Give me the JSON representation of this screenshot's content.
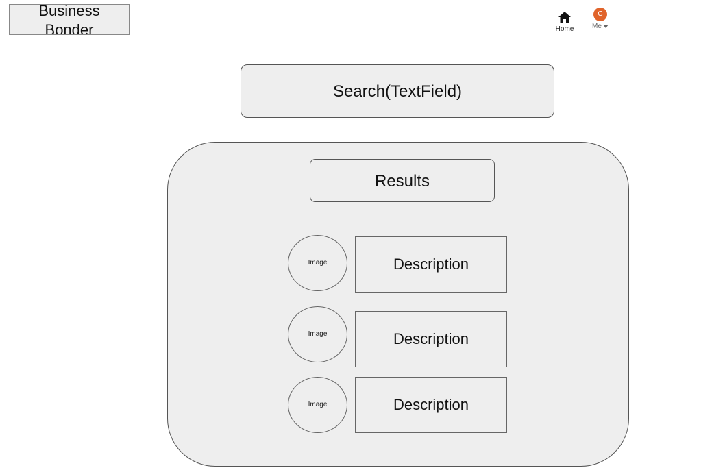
{
  "header": {
    "logo_line1": "Business",
    "logo_line2": "Bonder",
    "nav": {
      "home_label": "Home",
      "home_icon": "home-icon",
      "me_avatar_initial": "C",
      "me_label": "Me",
      "me_icon": "chevron-down-icon",
      "avatar_color": "#e0632a"
    }
  },
  "search": {
    "label": "Search(TextField)"
  },
  "results": {
    "title": "Results",
    "items": [
      {
        "image_label": "Image",
        "description": "Description"
      },
      {
        "image_label": "Image",
        "description": "Description"
      },
      {
        "image_label": "Image",
        "description": "Description"
      }
    ]
  }
}
